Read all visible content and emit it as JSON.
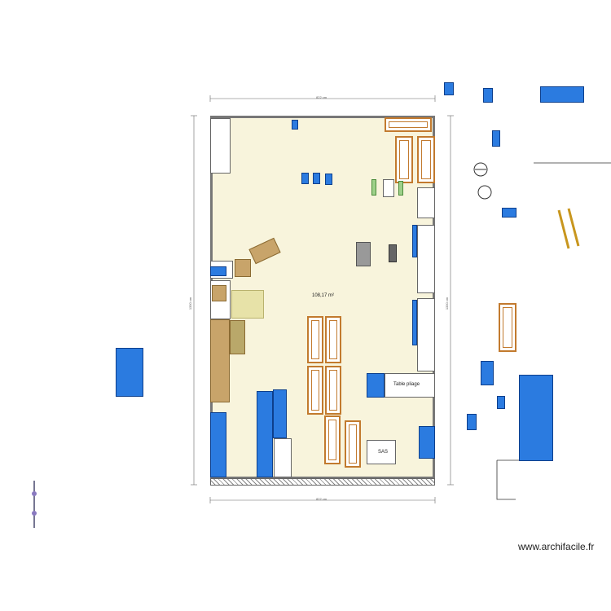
{
  "plan": {
    "area_label": "108,17 m²",
    "width_dim_top": "822 cm",
    "width_dim_bottom": "822 cm",
    "height_dim_left": "1330 cm",
    "height_dim_right": "1330 cm",
    "table_label": "Table pliage",
    "small_box_label": "SAS",
    "dim_small_1": "",
    "dim_small_2": ""
  },
  "watermark": "www.archifacile.fr",
  "colors": {
    "room_floor": "#f8f4dc",
    "blue_furniture": "#2b7be0",
    "wood_frame": "#c27a2e",
    "brown_furniture": "#c8a46a",
    "olive_area": "#e7e2a8"
  },
  "icons": [
    "door-swing-icon",
    "bike-icon",
    "table-icon",
    "chair-icon"
  ]
}
